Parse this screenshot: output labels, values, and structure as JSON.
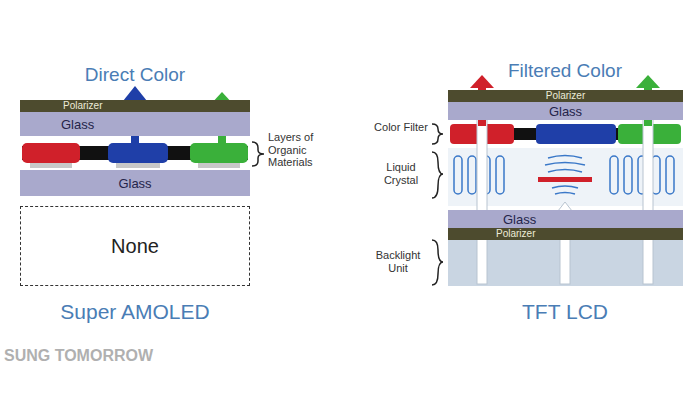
{
  "diagram": {
    "nodes": [
      {
        "text": [
          "Polarizer"
        ]
      },
      {
        "text": [
          "Glass"
        ]
      },
      {
        "text": [
          "Glass"
        ]
      },
      {
        "text": [
          "None"
        ]
      },
      {
        "text": [
          "Polarizer"
        ]
      },
      {
        "text": [
          "Glass"
        ]
      },
      {
        "text": [
          "Glass"
        ]
      },
      {
        "text": [
          "Polarizer"
        ]
      }
    ],
    "labels": [
      "Direct Color",
      "Layers of Organic Materials",
      "Super AMOLED",
      "Filtered Color",
      "Color Filter",
      "Liquid Crystal",
      "Backlight Unit",
      "TFT LCD",
      "SUNG TOMORROW"
    ]
  }
}
